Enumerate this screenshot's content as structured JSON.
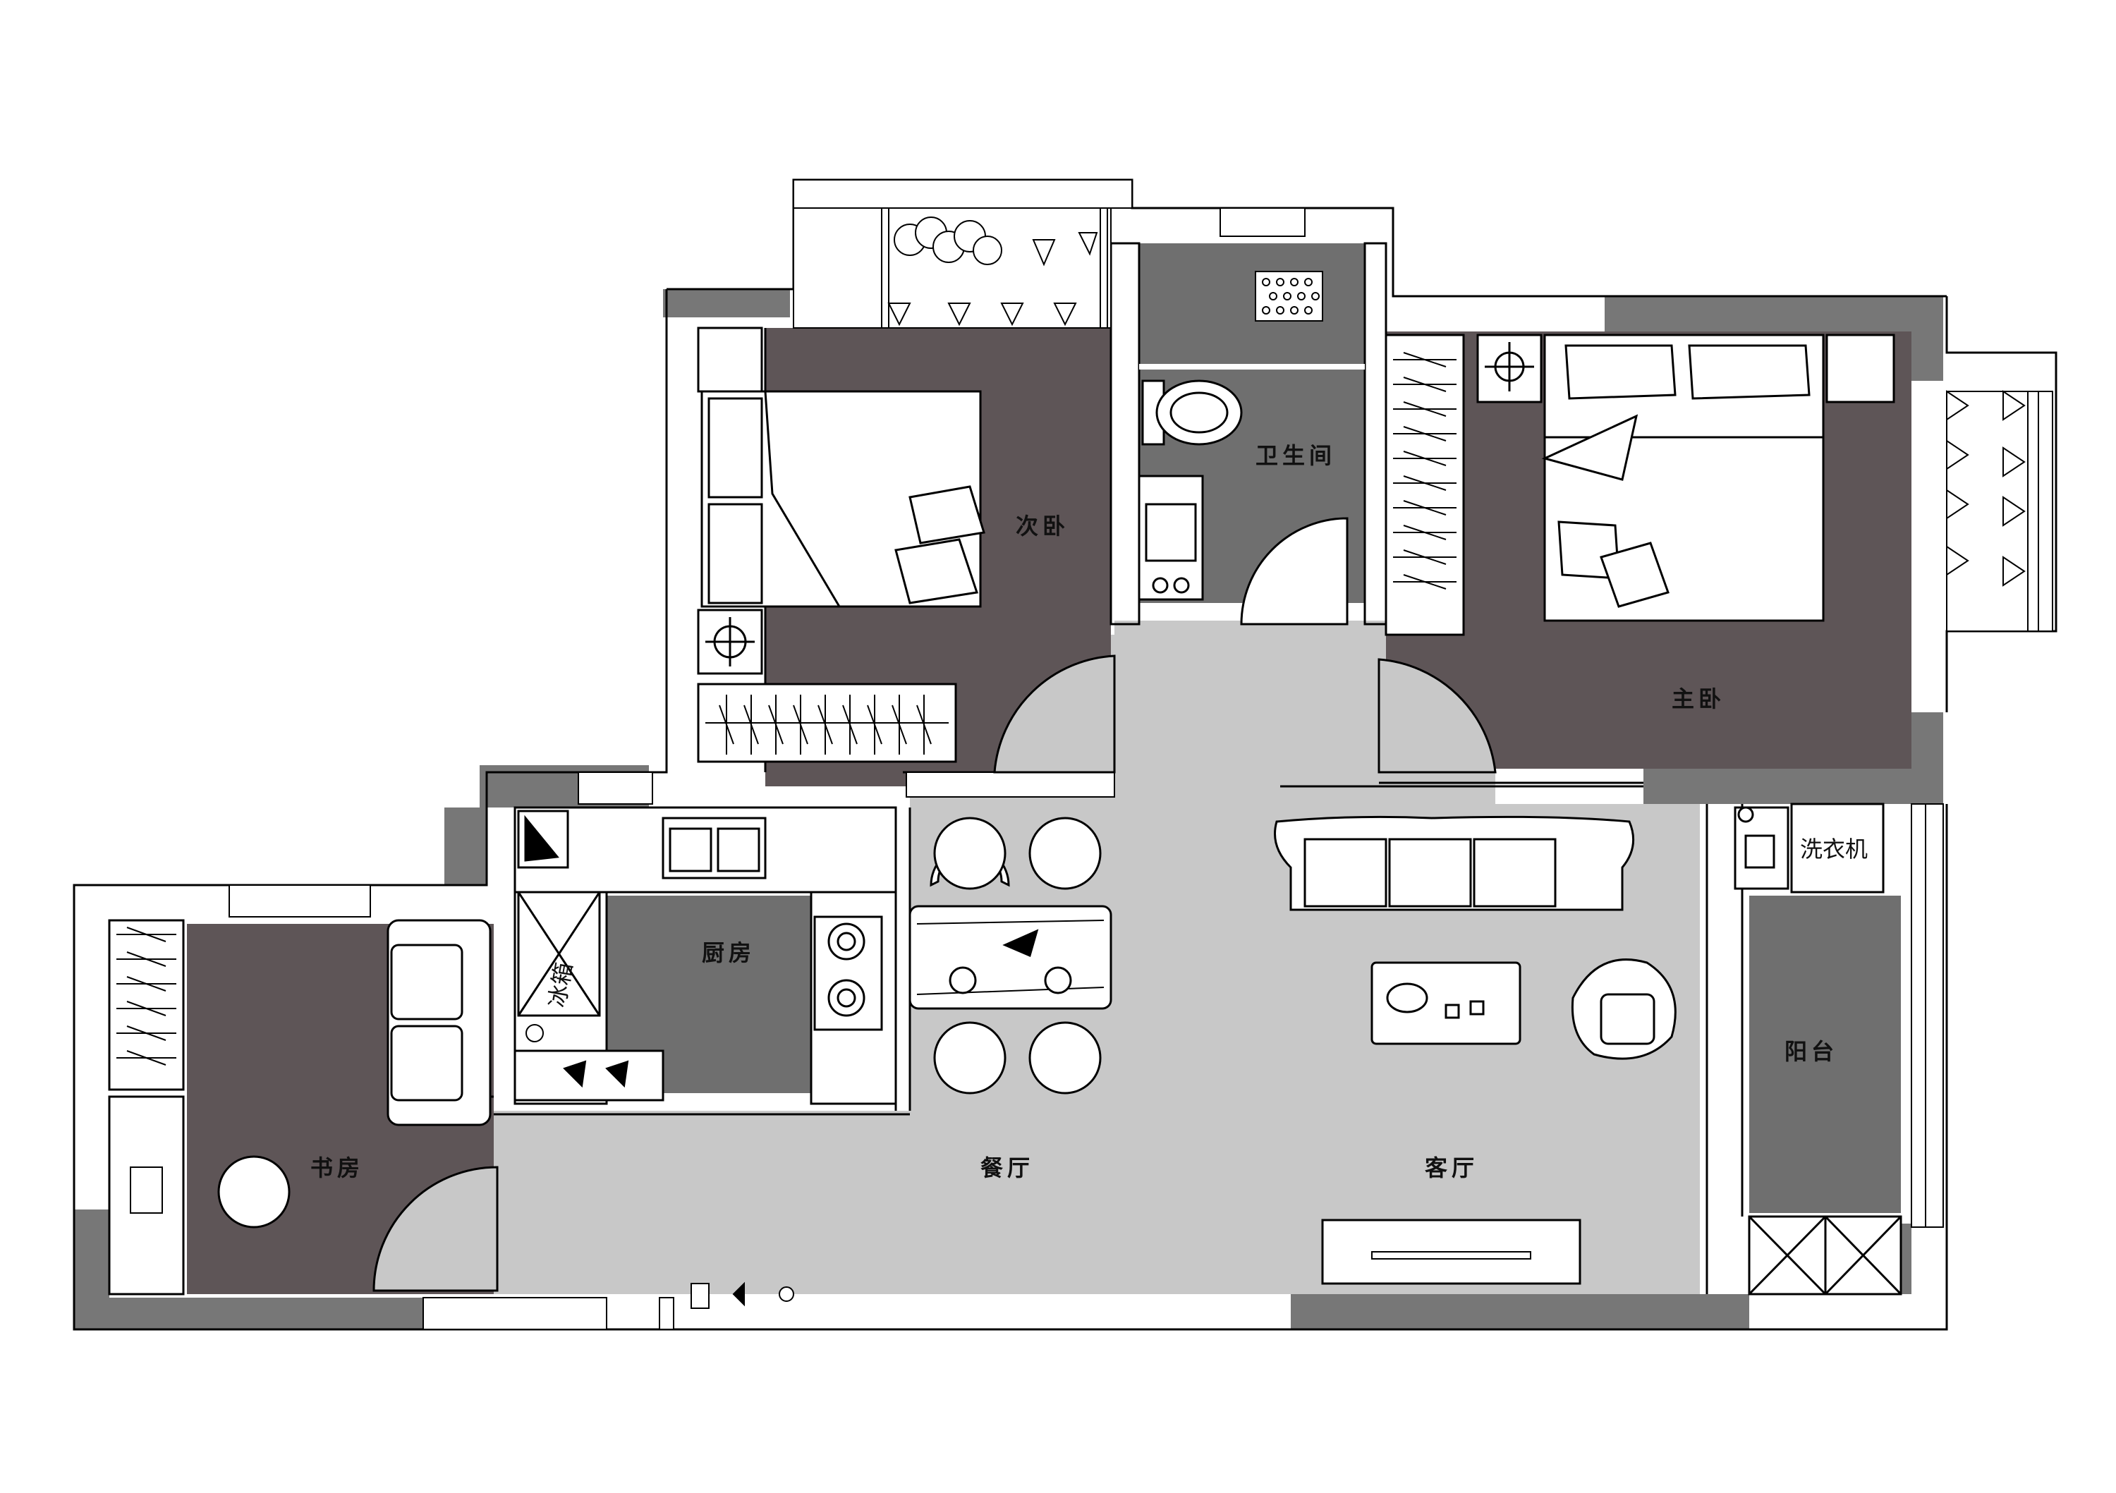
{
  "rooms": {
    "second_bedroom": "次卧",
    "bathroom": "卫生间",
    "master_bedroom": "主卧",
    "kitchen": "厨房",
    "study": "书房",
    "dining": "餐厅",
    "living": "客厅",
    "balcony": "阳台",
    "washer": "洗衣机",
    "fridge": "冰箱"
  },
  "colors": {
    "dark_floor": "#5e5557",
    "mid_floor": "#6f6f6f",
    "light_floor": "#c8c8c8",
    "wall_grey": "#777777",
    "line": "#000000"
  },
  "icons": [
    "bed-icon",
    "wardrobe-icon",
    "toilet-icon",
    "sink-icon",
    "stove-icon",
    "sofa-icon",
    "dining-table-icon",
    "chair-icon",
    "plant-icon",
    "tv-stand-icon",
    "coffee-table-icon"
  ]
}
